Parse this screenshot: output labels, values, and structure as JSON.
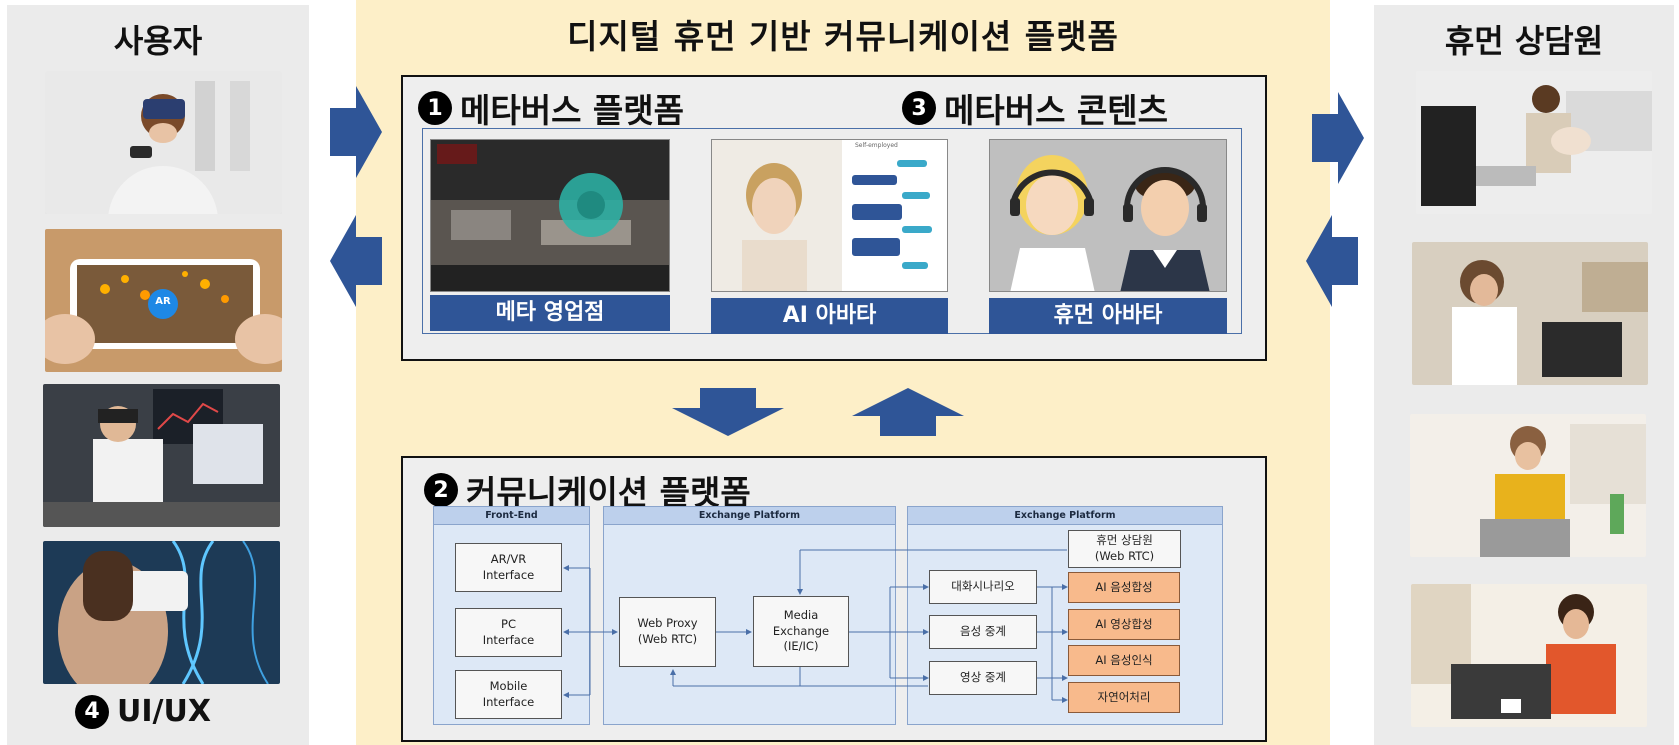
{
  "main_title": "디지털 휴먼 기반 커뮤니케이션 플랫폼",
  "left_panel": {
    "title": "사용자",
    "footer_number": "4",
    "footer_label": "UI/UX"
  },
  "right_panel": {
    "title": "휴먼 상담원"
  },
  "metaverse": {
    "platform_number": "1",
    "platform_title": "메타버스 플랫폼",
    "contents_number": "3",
    "contents_title": "메타버스 콘텐츠",
    "cards": [
      {
        "label": "메타 영업점"
      },
      {
        "label": "AI 아바타"
      },
      {
        "label": "휴먼 아바타"
      }
    ],
    "chat_header": "Self-employed",
    "ar_badge": "AR"
  },
  "communication": {
    "number": "2",
    "title": "커뮤니케이션 플랫폼",
    "columns": [
      "Front-End",
      "Exchange Platform",
      "Exchange Platform"
    ],
    "frontend_nodes": [
      {
        "line1": "AR/VR",
        "line2": "Interface"
      },
      {
        "line1": "PC",
        "line2": "Interface"
      },
      {
        "line1": "Mobile",
        "line2": "Interface"
      }
    ],
    "web_proxy": {
      "line1": "Web Proxy",
      "line2": "(Web RTC)"
    },
    "media_exchange": {
      "line1": "Media",
      "line2": "Exchange",
      "line3": "(IE/IC)"
    },
    "human_agent": {
      "line1": "휴먼 상담원",
      "line2": "(Web RTC)"
    },
    "middle_nodes": [
      "대화시나리오",
      "음성 중계",
      "영상 중계"
    ],
    "ai_nodes": [
      "AI 음성합성",
      "AI 영상합성",
      "AI 음성인식",
      "자연어처리"
    ]
  },
  "colors": {
    "center_bg": "#fdefc8",
    "side_bg": "#ebebeb",
    "label_blue": "#2f5597",
    "arrow_blue": "#2f5597",
    "ai_orange": "#f8ba8c",
    "column_bg": "#dde8f6"
  }
}
